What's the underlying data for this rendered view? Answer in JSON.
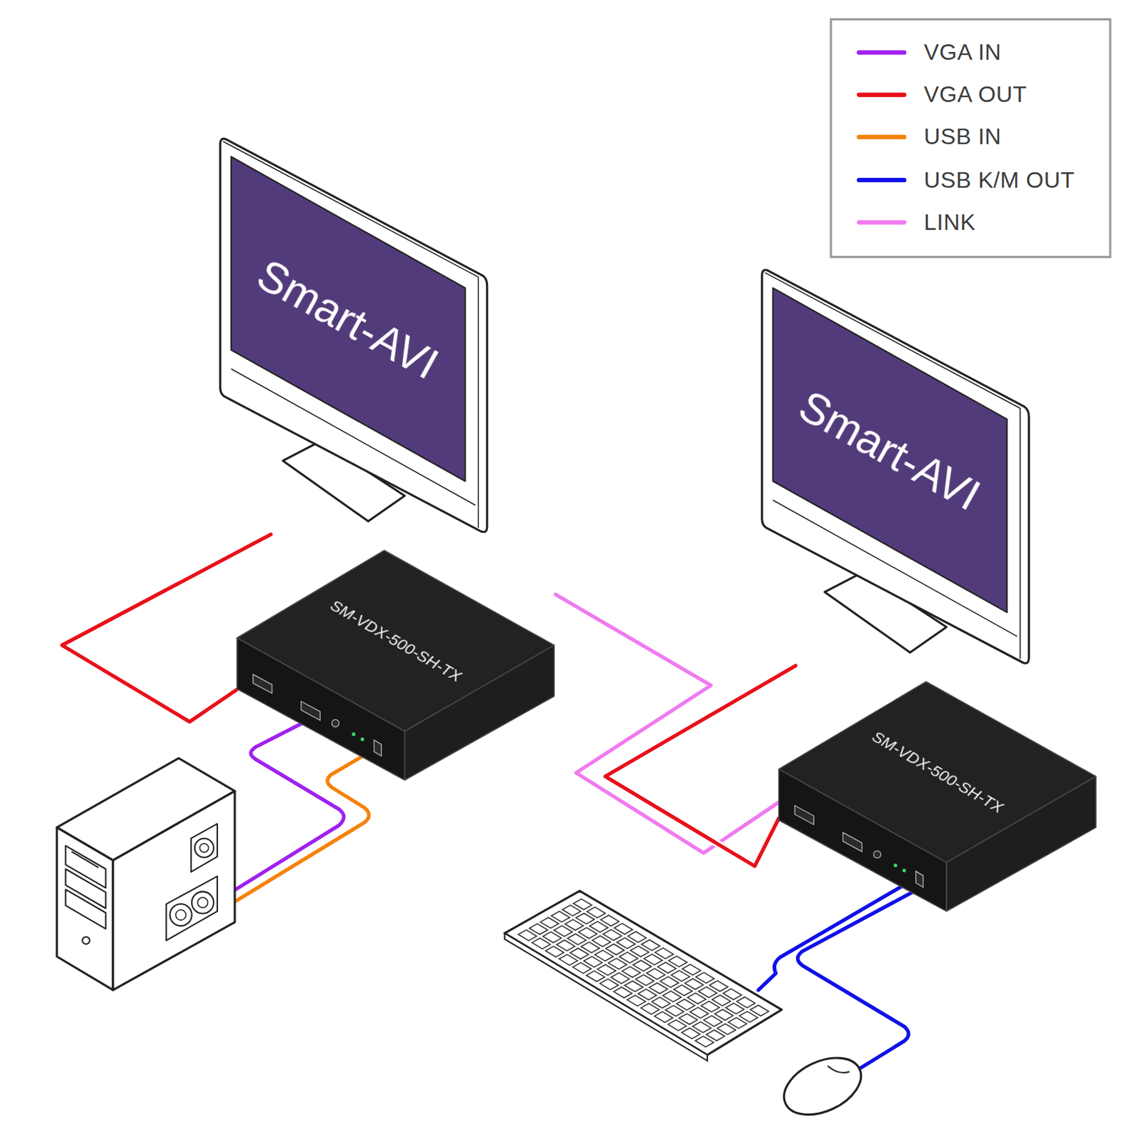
{
  "diagram": {
    "nodes": [
      {
        "text": [
          "Smart-AVI"
        ]
      },
      {
        "text": [
          "Smart-AVI"
        ]
      },
      {
        "text": [
          "SM-VDX-500-SH-TX"
        ]
      },
      {
        "text": [
          "SM-VDX-500-SH-TX"
        ]
      }
    ],
    "edges": [
      {
        "from": 2,
        "to": 0,
        "arrow": "none"
      },
      {
        "from": 2,
        "to": 3,
        "arrow": "none"
      },
      {
        "from": 3,
        "to": 1,
        "arrow": "none"
      }
    ],
    "legend": [
      {
        "text": "VGA IN",
        "color": "#a020f0"
      },
      {
        "text": "VGA OUT",
        "color": "#e8101a"
      },
      {
        "text": "USB IN",
        "color": "#f5820a"
      },
      {
        "text": "USB K/M OUT",
        "color": "#1010e8"
      },
      {
        "text": "LINK",
        "color": "#f07af0"
      }
    ]
  }
}
